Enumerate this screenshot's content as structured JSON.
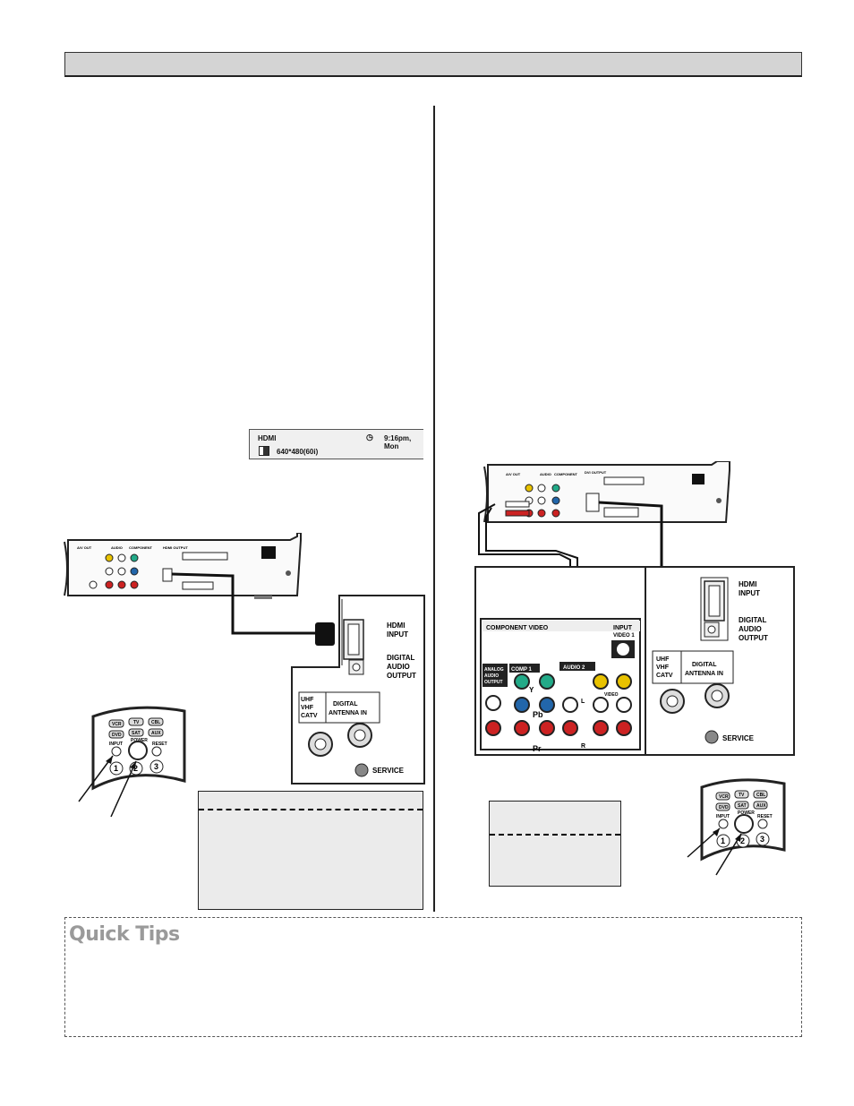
{
  "osd": {
    "source": "HDMI",
    "time": "9:16pm, Mon",
    "resolution": "640*480(60i)",
    "clock_icon": "clock-icon",
    "format_icon": "half-square-icon"
  },
  "panel_labels": {
    "hdmi_output": "HDMI OUTPUT",
    "hdmi_input_1": "HDMI",
    "hdmi_input_2": "INPUT",
    "digital_1": "DIGITAL",
    "digital_2": "AUDIO",
    "digital_3": "OUTPUT",
    "uhf_1": "UHF",
    "uhf_2": "VHF",
    "uhf_3": "CATV",
    "antenna_1": "DIGITAL",
    "antenna_2": "ANTENNA IN",
    "service": "SERVICE",
    "component_video": "COMPONENT VIDEO",
    "analog_1": "ANALOG",
    "analog_2": "AUDIO",
    "analog_3": "OUTPUT",
    "comp1": "COMP 1",
    "audio2": "AUDIO 2",
    "input": "INPUT",
    "video1": "VIDEO 1",
    "y": "Y",
    "pb": "Pb",
    "pr": "Pr",
    "l": "L",
    "r": "R",
    "video": "VIDEO",
    "dvi_output": "DVI OUTPUT"
  },
  "remote": {
    "vcr": "VCR",
    "tv": "TV",
    "cbl": "CBL",
    "dvd": "DVD",
    "sat": "SAT",
    "aux": "AUX",
    "input": "INPUT",
    "power": "POWER",
    "reset": "RESET",
    "k1": "1",
    "k2": "2",
    "k3": "3"
  },
  "quick_tips": {
    "title": "Quick Tips"
  }
}
